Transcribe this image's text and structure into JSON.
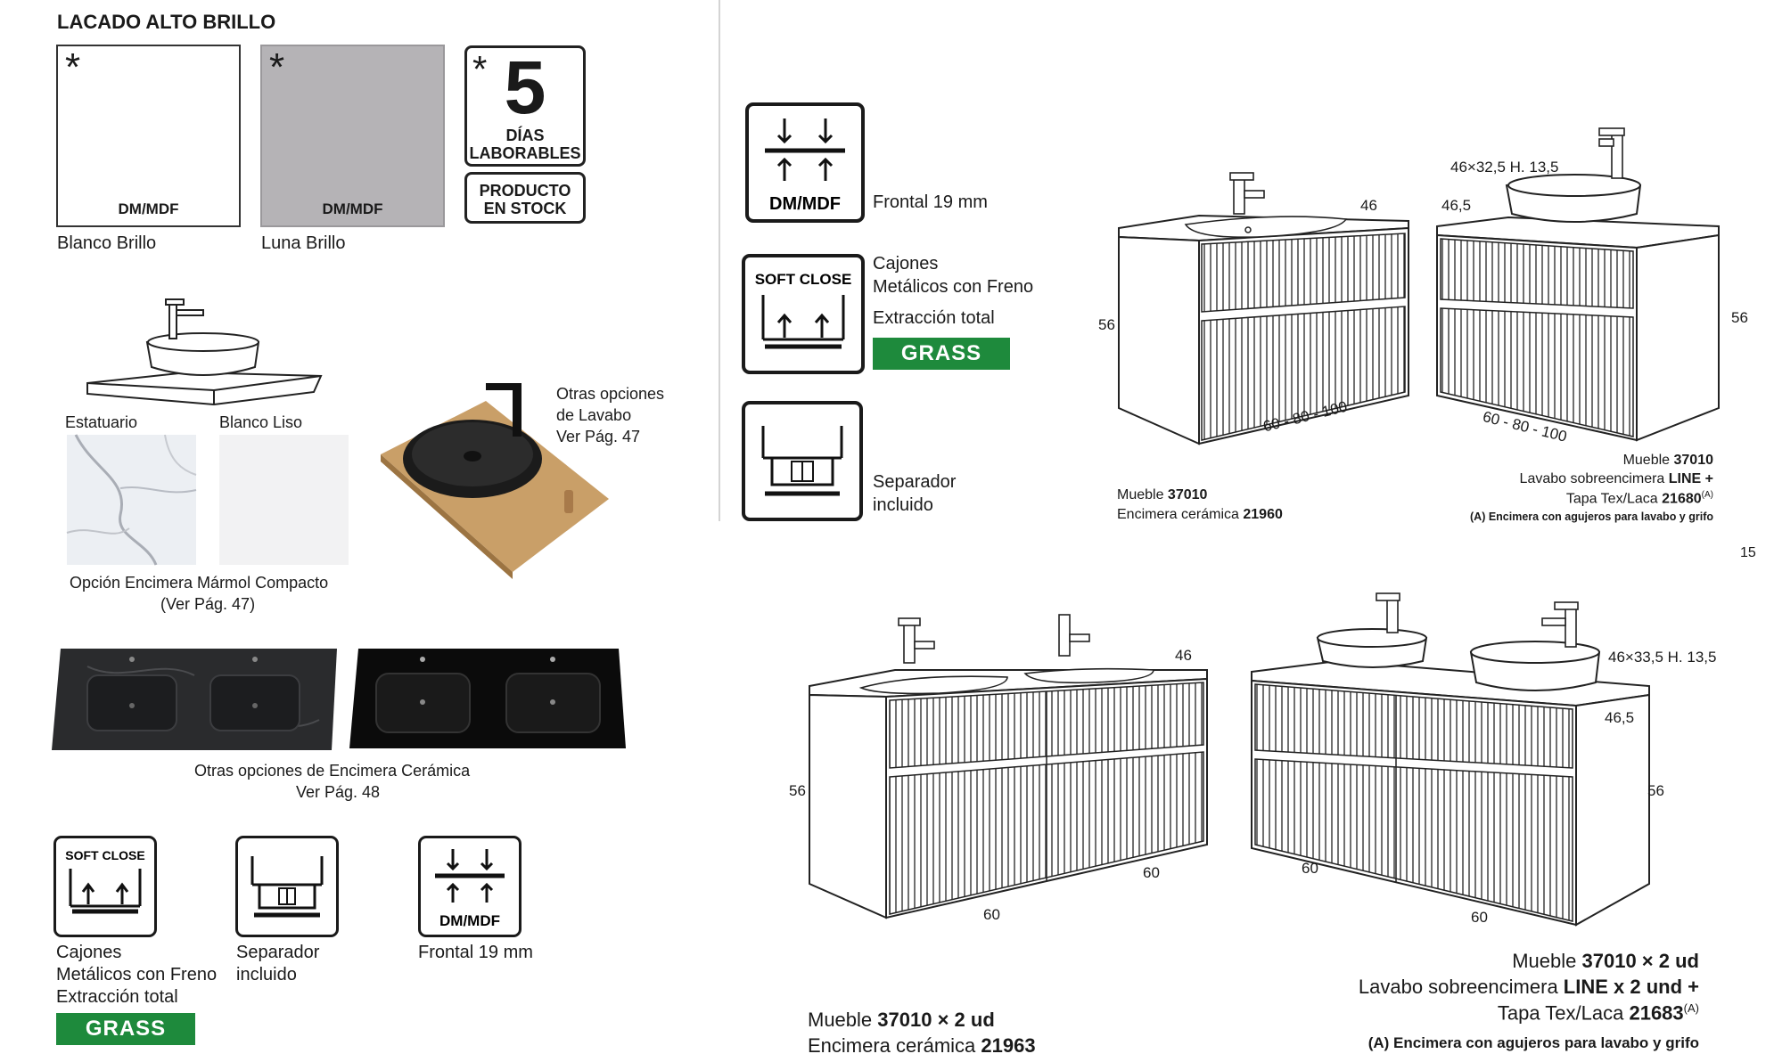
{
  "left": {
    "heading": "LACADO ALTO BRILLO",
    "swatches": [
      {
        "label": "DM/MDF",
        "name": "Blanco Brillo",
        "star": "*",
        "color": "#ffffff"
      },
      {
        "label": "DM/MDF",
        "name": "Luna Brillo",
        "star": "*",
        "color": "#b5b3b6"
      }
    ],
    "badge": {
      "star": "*",
      "days": "5",
      "days_line1": "DÍAS",
      "days_line2": "LABORABLES",
      "stock_line1": "PRODUCTO",
      "stock_line2": "EN STOCK"
    },
    "marble": {
      "label1": "Estatuario",
      "label2": "Blanco Liso",
      "caption1": "Opción Encimera Mármol Compacto",
      "caption2": "(Ver Pág. 47)"
    },
    "basin_note": {
      "line1": "Otras opciones",
      "line2": "de Lavabo",
      "line3": "Ver Pág. 47"
    },
    "ceramic": {
      "caption1": "Otras opciones de Encimera Cerámica",
      "caption2": "Ver Pág. 48"
    },
    "icons": {
      "soft_close": "SOFT CLOSE",
      "dm_mdf": "DM/MDF",
      "cajones1": "Cajones",
      "cajones2": "Metálicos con Freno",
      "cajones3": "Extracción total",
      "separador1": "Separador",
      "separador2": "incluido",
      "frontal": "Frontal 19 mm",
      "grass": "GRASS"
    }
  },
  "right": {
    "icons": {
      "dm_mdf": "DM/MDF",
      "frontal": "Frontal 19 mm",
      "soft_close": "SOFT CLOSE",
      "cajones1": "Cajones",
      "cajones2": "Metálicos con Freno",
      "cajones3": "Extracción total",
      "grass": "GRASS",
      "separador1": "Separador",
      "separador2": "incluido"
    },
    "d1": {
      "dim_depth": "46",
      "dim_height": "56",
      "dim_width": "60 - 80 - 100",
      "cap_line1_a": "Mueble ",
      "cap_line1_b": "37010",
      "cap_line2_a": "Encimera cerámica ",
      "cap_line2_b": "21960"
    },
    "d2": {
      "dim_basin": "46×32,5 H. 13,5",
      "dim_depth": "46,5",
      "dim_height": "56",
      "dim_width": "60 - 80 - 100",
      "cap_line1_a": "Mueble ",
      "cap_line1_b": "37010",
      "cap_line2_a": "Lavabo sobreencimera ",
      "cap_line2_b": "LINE +",
      "cap_line3_a": "Tapa Tex/Laca ",
      "cap_line3_b": "21680",
      "sup": "(A)",
      "cap_line4": "(A) Encimera con agujeros para lavabo y grifo"
    },
    "page_number": "15",
    "d3": {
      "dim_depth": "46",
      "dim_height": "56",
      "dim_w1": "60",
      "dim_w2": "60",
      "cap_line1_a": "Mueble ",
      "cap_line1_b": "37010 × 2 ud",
      "cap_line2_a": "Encimera cerámica ",
      "cap_line2_b": "21963"
    },
    "d4": {
      "dim_basin": "46×33,5 H. 13,5",
      "dim_depth": "46,5",
      "dim_height": "56",
      "dim_w1": "60",
      "dim_w2": "60",
      "cap_line1_a": "Mueble ",
      "cap_line1_b": "37010 × 2 ud",
      "cap_line2_a": "Lavabo sobreencimera ",
      "cap_line2_b": "LINE x 2 und +",
      "cap_line3_a": "Tapa Tex/Laca ",
      "cap_line3_b": "21683",
      "sup": "(A)",
      "cap_line4": "(A) Encimera con agujeros para lavabo y grifo"
    }
  }
}
